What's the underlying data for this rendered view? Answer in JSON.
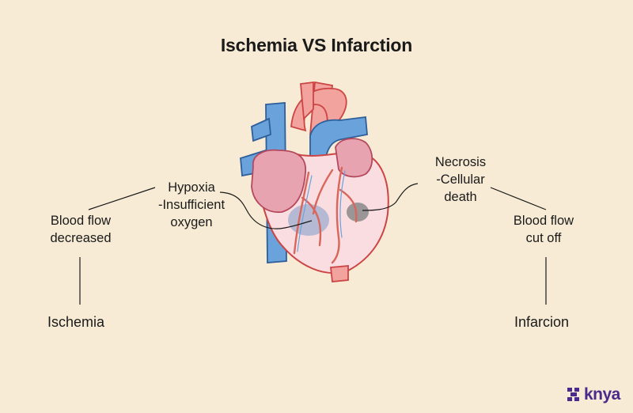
{
  "title": "Ischemia VS Infarction",
  "left": {
    "label_hypoxia": [
      "Hypoxia",
      "-Insufficient",
      "oxygen"
    ],
    "label_flow": [
      "Blood flow",
      "decreased"
    ],
    "term": "Ischemia"
  },
  "right": {
    "label_necrosis": [
      "Necrosis",
      "-Cellular",
      "death"
    ],
    "label_flow": [
      "Blood flow",
      "cut off"
    ],
    "term": "Infarcion"
  },
  "brand": {
    "name": "knya",
    "color": "#4a2a8c"
  },
  "colors": {
    "background": "#f7ebd5",
    "heart_body": "#f9dde0",
    "atria": "#e8a3b0",
    "artery_red": "#f2a39e",
    "vein_blue": "#6aa3dc",
    "coronary": "#d9665a",
    "ischemic_area": "#a9b3d0",
    "necrotic_area": "#8a8a8a"
  }
}
